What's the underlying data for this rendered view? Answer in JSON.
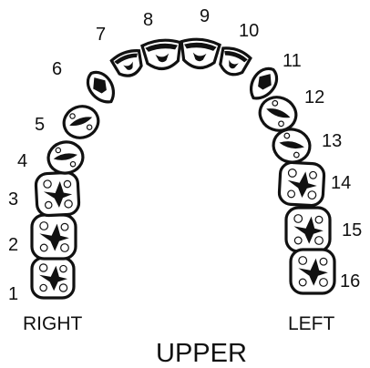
{
  "diagram": {
    "title": "UPPER",
    "side_labels": {
      "right": "RIGHT",
      "left": "LEFT"
    },
    "teeth": [
      {
        "number": "1",
        "kind": "molar"
      },
      {
        "number": "2",
        "kind": "molar"
      },
      {
        "number": "3",
        "kind": "molar"
      },
      {
        "number": "4",
        "kind": "premolar"
      },
      {
        "number": "5",
        "kind": "premolar"
      },
      {
        "number": "6",
        "kind": "canine"
      },
      {
        "number": "7",
        "kind": "lateral-incisor"
      },
      {
        "number": "8",
        "kind": "central-incisor"
      },
      {
        "number": "9",
        "kind": "central-incisor"
      },
      {
        "number": "10",
        "kind": "lateral-incisor"
      },
      {
        "number": "11",
        "kind": "canine"
      },
      {
        "number": "12",
        "kind": "premolar"
      },
      {
        "number": "13",
        "kind": "premolar"
      },
      {
        "number": "14",
        "kind": "molar"
      },
      {
        "number": "15",
        "kind": "molar"
      },
      {
        "number": "16",
        "kind": "molar"
      }
    ]
  }
}
